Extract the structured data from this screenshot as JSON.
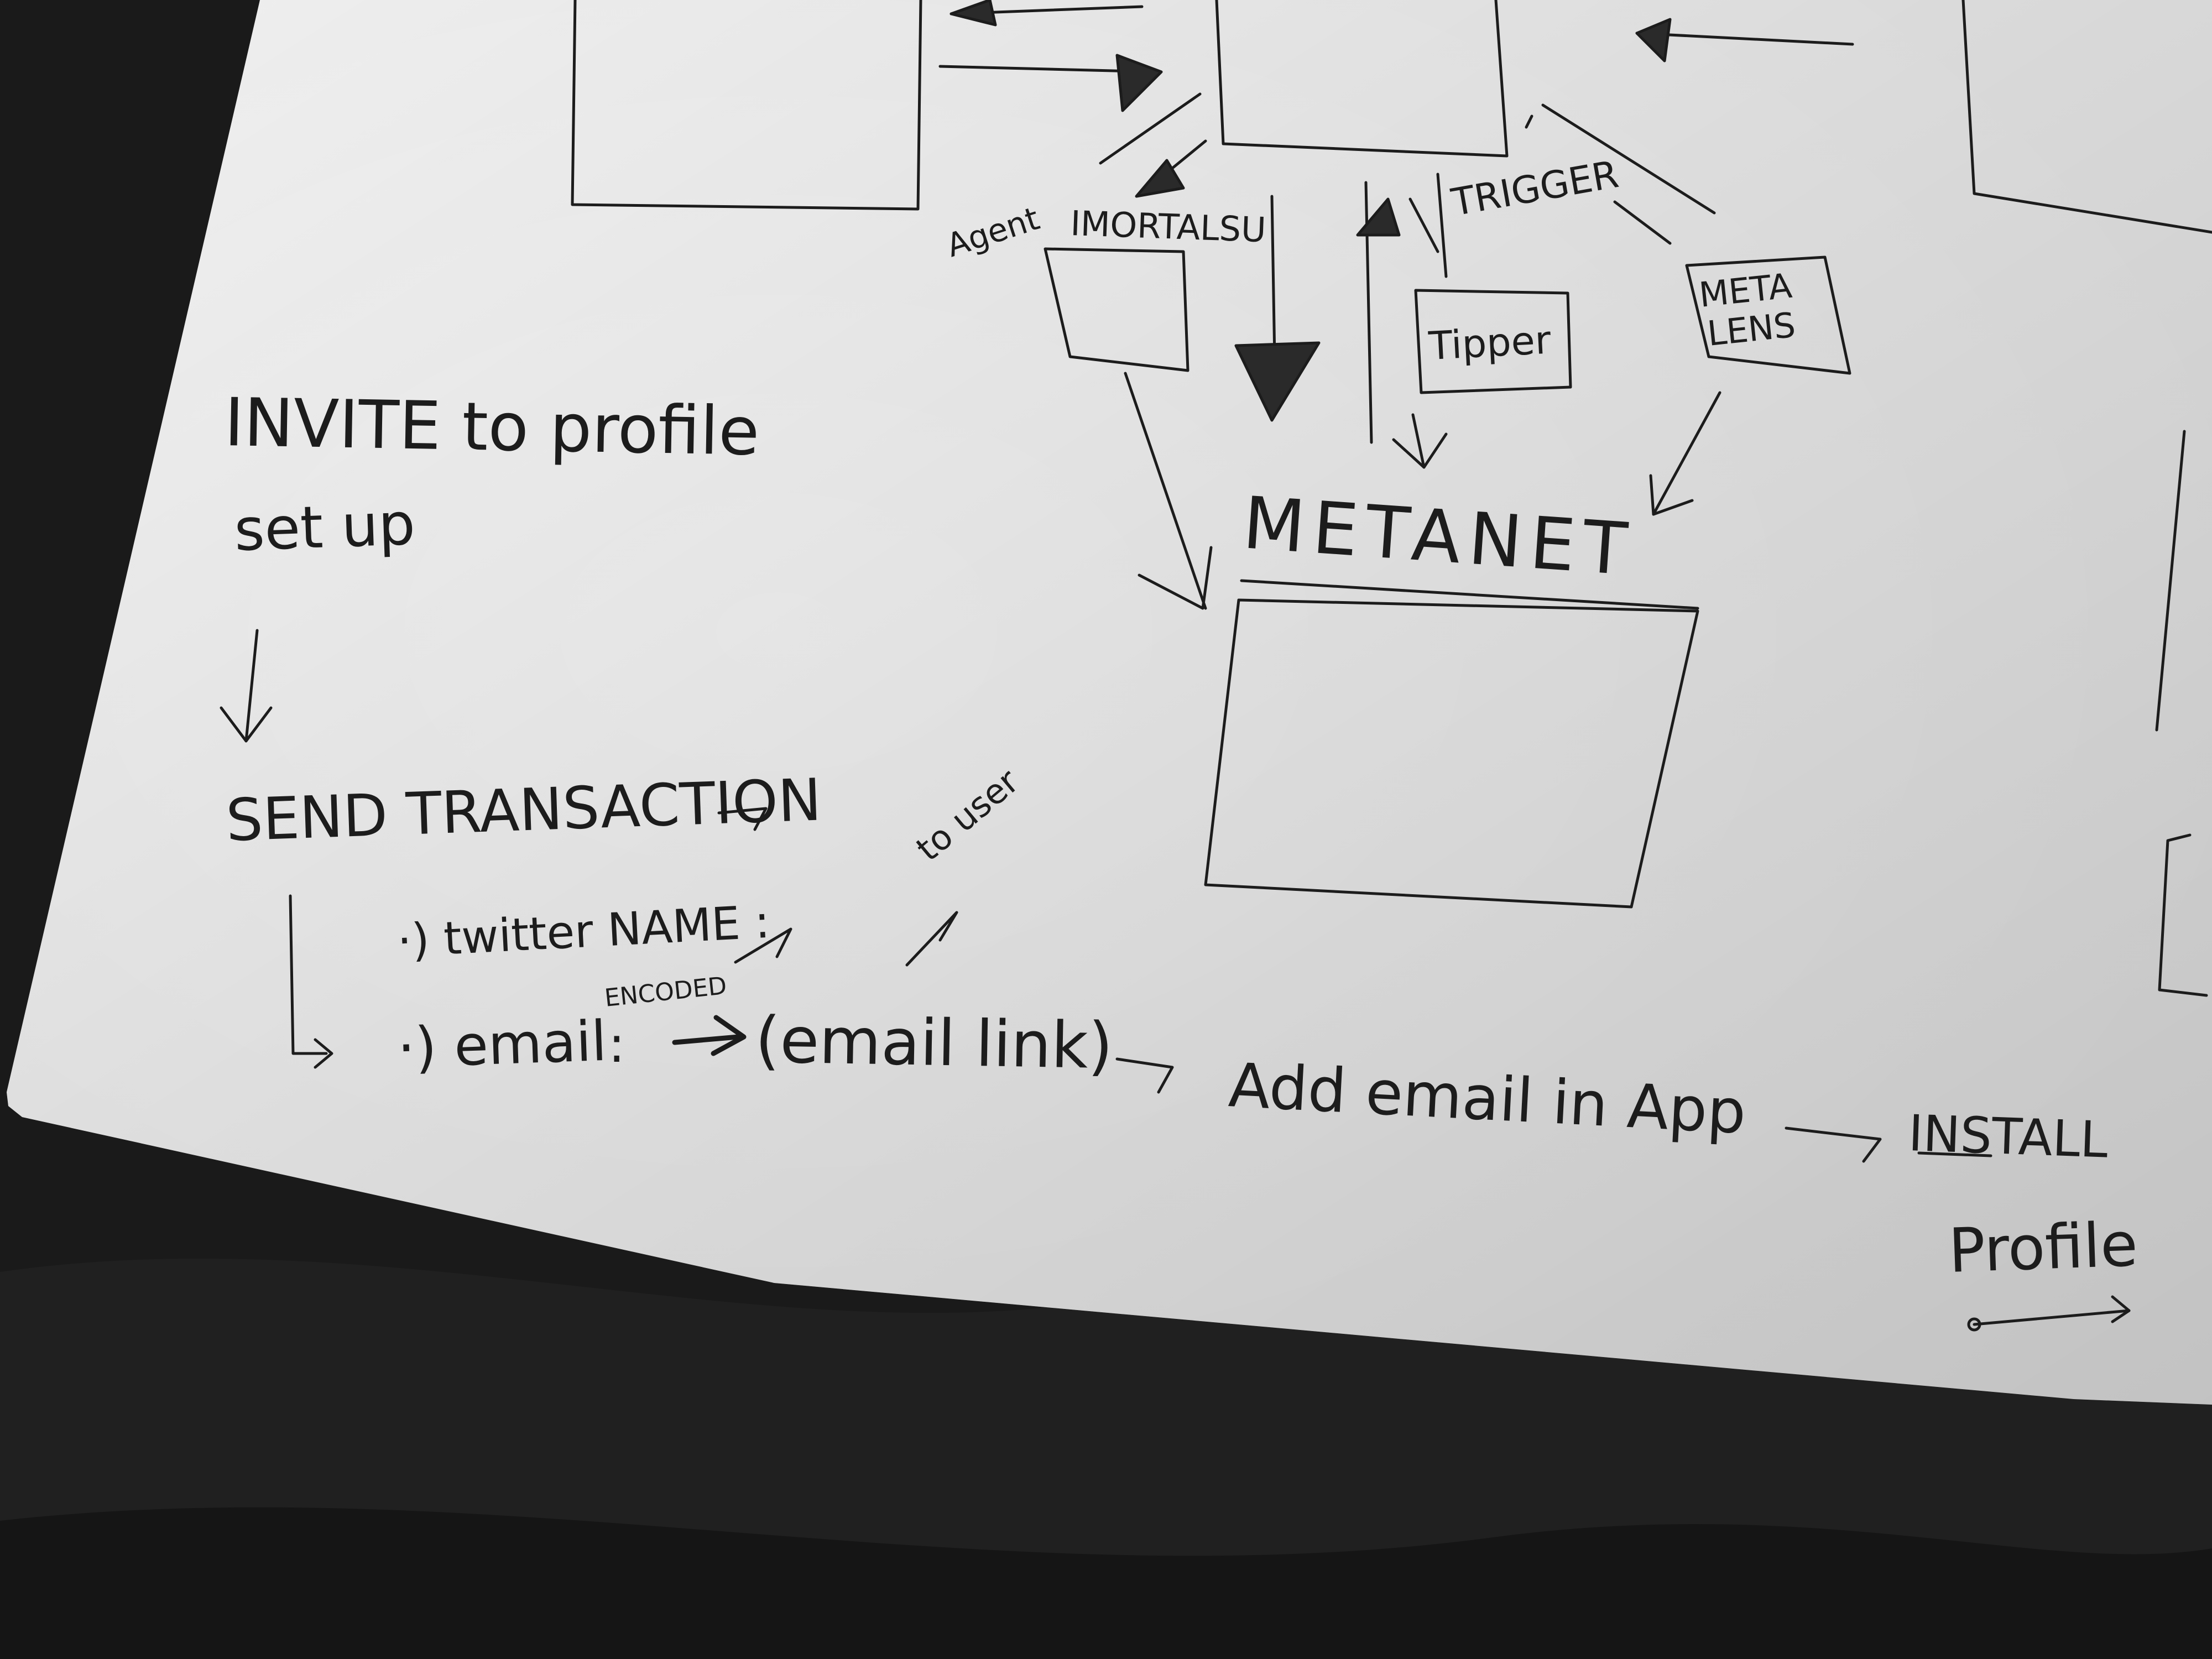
{
  "photo": {
    "paper_color": "#ededed",
    "background_color": "#1a1a1a",
    "ink_color": "#1c1c1c"
  },
  "diagram": {
    "labels": {
      "agent": "Agent",
      "immortalsu": "IMORTALSU",
      "trigger": "TRIGGER",
      "tipper": "Tipper",
      "meta": "META",
      "lens": "LENS",
      "metanet": "METANET"
    }
  },
  "flow": {
    "invite_line1": "INVITE to profile",
    "invite_line2": "set up",
    "send_transaction": "SEND TRANSACTION",
    "twitter_name": "·) twitter NAME :",
    "email": "·) email",
    "email_colon": ":",
    "encoded": "ENCODED",
    "email_link": "(email link)",
    "to_user": "to user",
    "add_email": "Add email in App",
    "install": "INSTALL",
    "profile": "Profile"
  }
}
